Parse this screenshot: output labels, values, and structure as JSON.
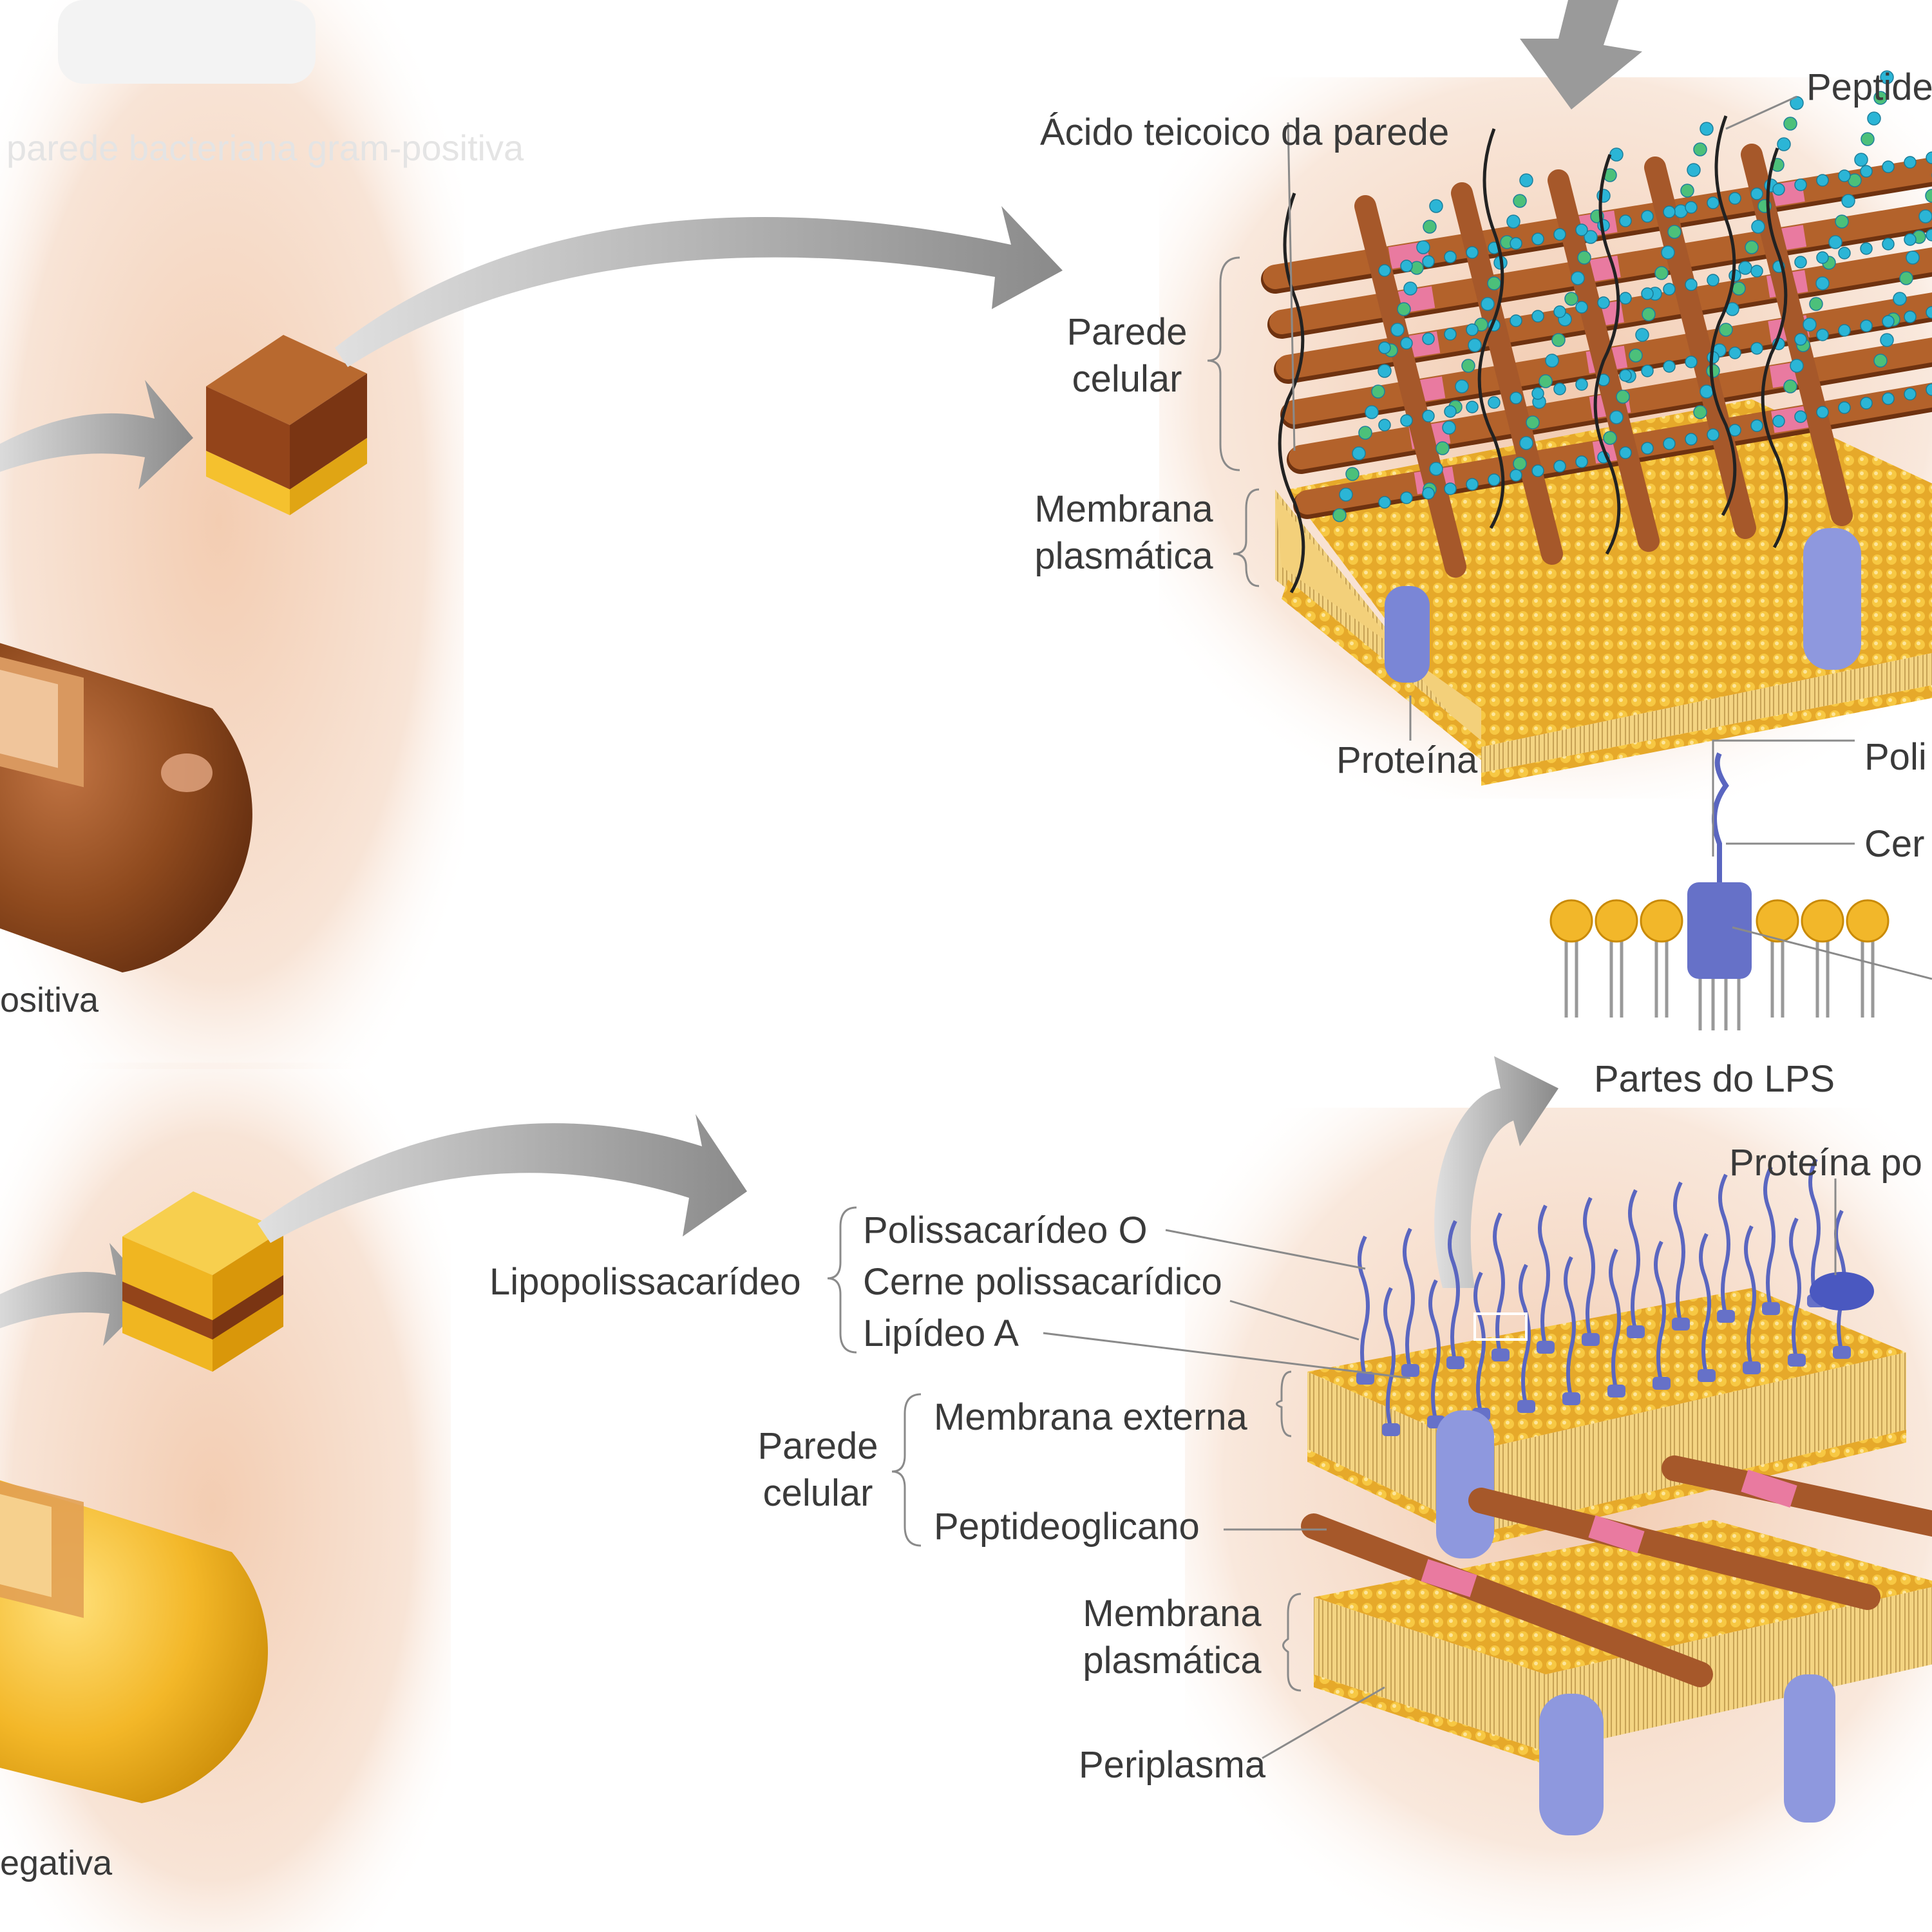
{
  "faded_header": "parede bacteriana gram-positiva",
  "top": {
    "cell_label": "ositiva",
    "wall_teichoic": "Ácido teicoico da parede",
    "peptide": "Peptide",
    "cell_wall": [
      "Parede",
      "celular"
    ],
    "membrane": [
      "Membrana",
      "plasmática"
    ],
    "protein": "Proteína",
    "right_poli": "Poli",
    "right_cer": "Cer"
  },
  "lps_parts": "Partes do LPS",
  "bottom": {
    "cell_label": "egativa",
    "porin": "Proteína po",
    "lipopoly": "Lipopolissacarídeo",
    "poly_o": "Polissacarídeo O",
    "core_poly": "Cerne polissacarídico",
    "lipid_a": "Lipídeo A",
    "cell_wall": [
      "Parede",
      "celular"
    ],
    "outer_membrane": "Membrana externa",
    "peptidoglycan": "Peptideoglicano",
    "membrane": [
      "Membrana",
      "plasmática"
    ],
    "periplasm": "Periplasma"
  },
  "colors": {
    "brown": "#a0521e",
    "yellow": "#f5c12e",
    "pink": "#e97aa0",
    "cyan": "#2bb5d6",
    "green": "#4cc07a",
    "protein_blue": "#7a86d6",
    "arrow_grey": "#9a9a9a",
    "peach": "#f6dcc8"
  },
  "icons": [
    "arrow-icon",
    "cube-icon",
    "bacillus-icon",
    "phospholipid-icon"
  ]
}
